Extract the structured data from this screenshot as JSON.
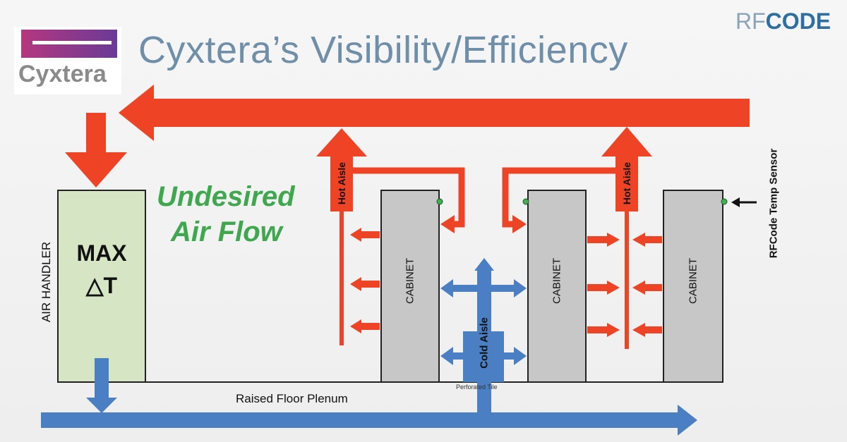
{
  "header": {
    "logo_text": "Cyxtera",
    "title": "Cyxtera’s Visibility/Efficiency",
    "brand_rf": "RF",
    "brand_code": "CODE"
  },
  "diagram": {
    "annotation": [
      "Undesired",
      "Air Flow"
    ],
    "air_handler_label": "AIR HANDLER",
    "air_handler_value": [
      "MAX",
      "△T"
    ],
    "cabinet_label": "CABINET",
    "hot_aisle_label": "Hot Aisle",
    "cold_aisle_label": "Cold Aisle",
    "sensor_label": "RFCode Temp Sensor",
    "plenum_label": "Raised Floor Plenum",
    "tile_label": "Perforated Tile"
  },
  "colors": {
    "hot": "#ee4324",
    "cold": "#4a7fc4",
    "cabinet": "#c7c7c7",
    "air_handler": "#d6e6c4",
    "annotation": "#3fa84f",
    "title": "#6f8fa9",
    "sensor_dot": "#3fb04f"
  }
}
